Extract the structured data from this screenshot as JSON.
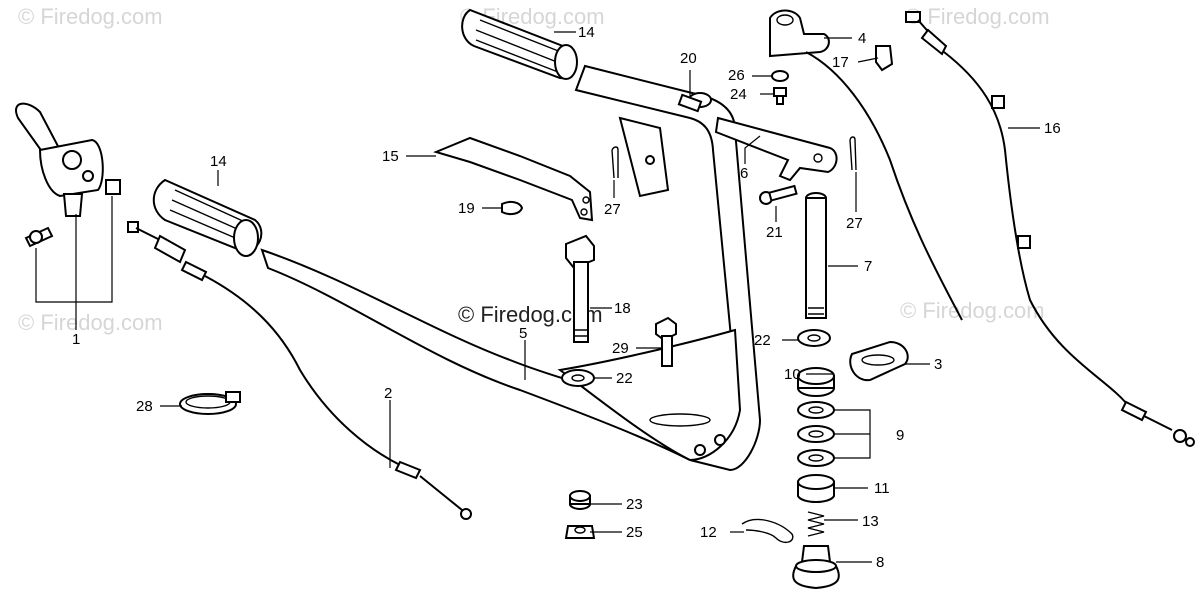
{
  "watermarks": {
    "top_left": "© Firedog.com",
    "top_center": "© Firedog.com",
    "top_right": "© Firedog.com",
    "mid_left": "© Firedog.com",
    "mid_right": "© Firedog.com",
    "center": "© Firedog.com"
  },
  "callouts": {
    "c1": "1",
    "c2": "2",
    "c3": "3",
    "c4": "4",
    "c5": "5",
    "c6": "6",
    "c7": "7",
    "c8": "8",
    "c9": "9",
    "c10": "10",
    "c11": "11",
    "c12": "12",
    "c13": "13",
    "c14a": "14",
    "c14b": "14",
    "c15": "15",
    "c16": "16",
    "c17": "17",
    "c18": "18",
    "c19": "19",
    "c20": "20",
    "c21": "21",
    "c22a": "22",
    "c22b": "22",
    "c23": "23",
    "c24": "24",
    "c25": "25",
    "c26": "26",
    "c27a": "27",
    "c27b": "27",
    "c28": "28",
    "c29": "29"
  }
}
